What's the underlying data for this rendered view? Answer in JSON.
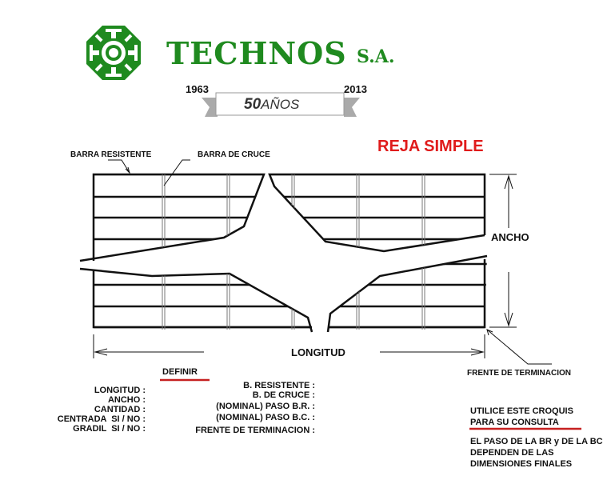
{
  "header": {
    "company": "TECHNOS",
    "suffix": "S.A.",
    "year_start": "1963",
    "year_end": "2013",
    "anniversary_number": "50",
    "anniversary_word": "AÑOS",
    "brand_color": "#1f8a1f"
  },
  "diagram": {
    "title": "REJA SIMPLE",
    "title_color": "#e01b1b",
    "label_barra_resistente": "BARRA RESISTENTE",
    "label_barra_cruce": "BARRA DE CRUCE",
    "label_ancho": "ANCHO",
    "label_longitud": "LONGITUD",
    "label_frente": "FRENTE DE TERMINACION"
  },
  "form": {
    "heading": "DEFINIR",
    "left_fields": [
      "LONGITUD :",
      "ANCHO :",
      "CANTIDAD :",
      "CENTRADA  SI / NO :",
      "GRADIL  SI / NO :"
    ],
    "right_fields": [
      "B. RESISTENTE :",
      "B. DE CRUCE :",
      "(NOMINAL) PASO B.R. :",
      "(NOMINAL) PASO B.C. :",
      "FRENTE DE TERMINACION :"
    ]
  },
  "notes": {
    "line1": "UTILICE ESTE CROQUIS",
    "line2": "PARA SU CONSULTA",
    "para": [
      "EL PASO DE LA BR y DE LA BC",
      "DEPENDEN DE LAS",
      "DIMENSIONES FINALES"
    ]
  }
}
